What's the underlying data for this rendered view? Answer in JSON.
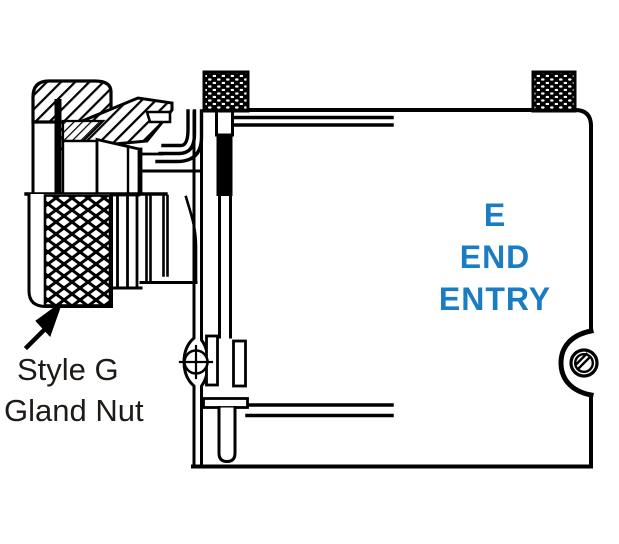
{
  "figure": {
    "callout": {
      "line1": "Style G",
      "line2": "Gland Nut"
    },
    "entry": {
      "letter": "E",
      "word1": "END",
      "word2": "ENTRY"
    },
    "colors": {
      "entry_blue": "#1A7DC4",
      "line_black": "#000000",
      "background": "#FFFFFF"
    }
  }
}
